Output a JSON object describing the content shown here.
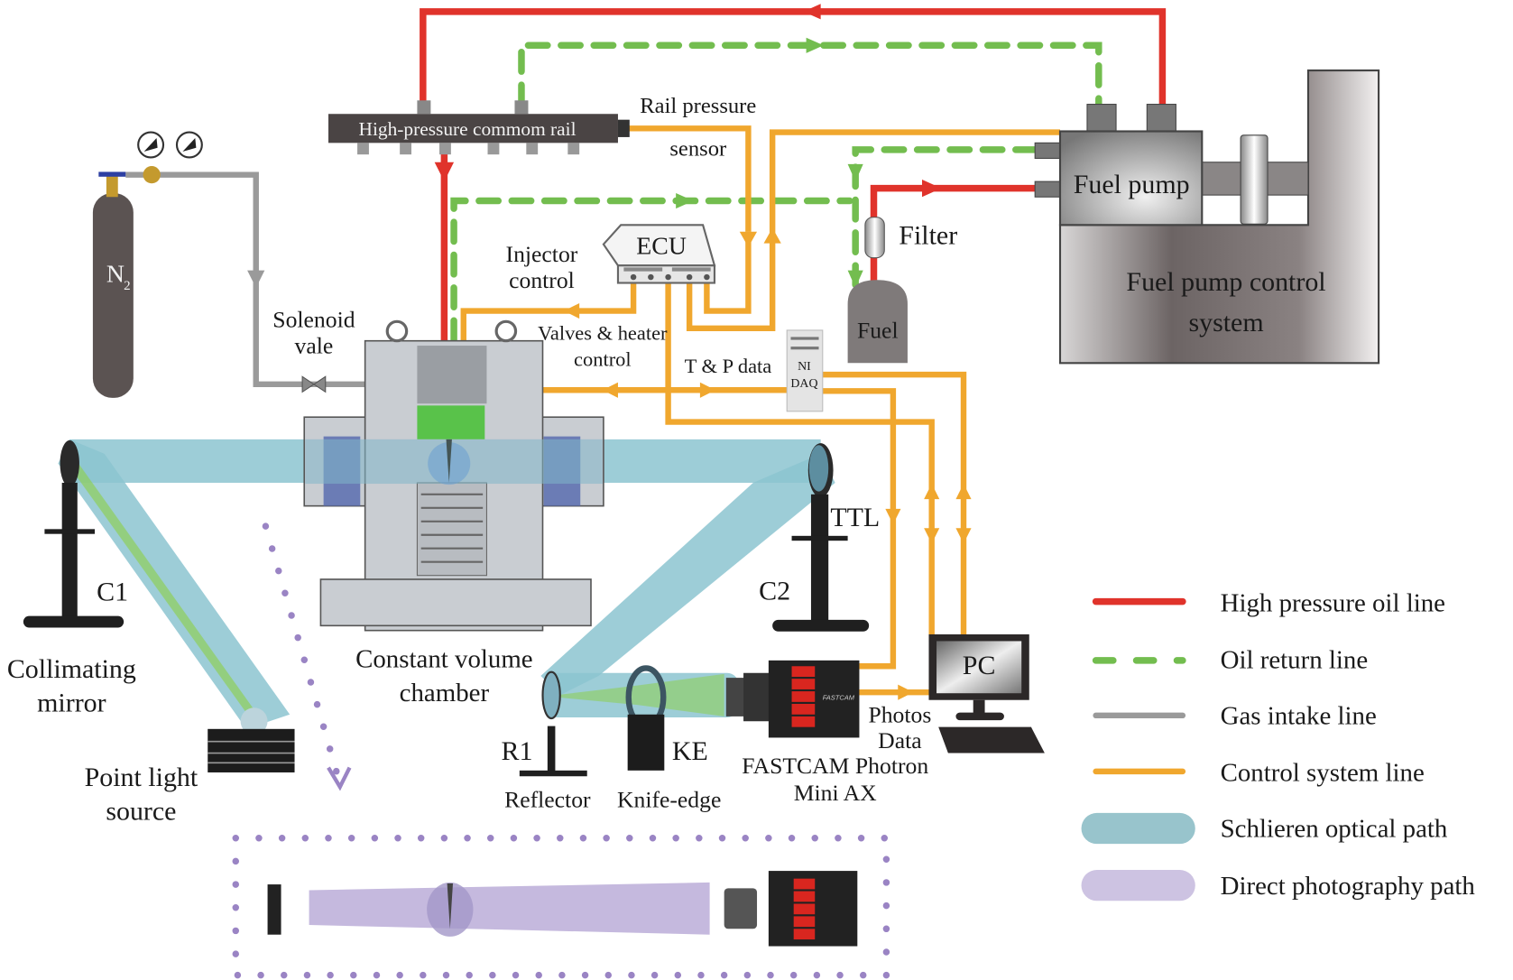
{
  "diagram": {
    "title": "Schlieren and direct photography experimental setup with constant volume chamber and fuel injection system",
    "components": {
      "common_rail": "High-pressure commom rail",
      "rail_sensor_line1": "Rail pressure",
      "rail_sensor_line2": "sensor",
      "n2_main": "N",
      "n2_sub": "2",
      "solenoid_line1": "Solenoid",
      "solenoid_line2": "vale",
      "ecu": "ECU",
      "injector_line1": "Injector",
      "injector_line2": "control",
      "valves_line1": "Valves & heater",
      "valves_line2": "control",
      "tp_data": "T & P data",
      "ni_line1": "NI",
      "ni_line2": "DAQ",
      "fuel_pump": "Fuel pump",
      "filter": "Filter",
      "fuel": "Fuel",
      "pump_control_line1": "Fuel pump control",
      "pump_control_line2": "system",
      "ttl": "TTL",
      "c1": "C1",
      "c2": "C2",
      "collimating_line1": "Collimating",
      "collimating_line2": "mirror",
      "chamber_line1": "Constant volume",
      "chamber_line2": "chamber",
      "point_light_line1": "Point light",
      "point_light_line2": "source",
      "r1": "R1",
      "reflector": "Reflector",
      "ke": "KE",
      "knife_edge": "Knife-edge",
      "photos_line1": "Photos",
      "photos_line2": "Data",
      "camera_line1": "FASTCAM Photron",
      "camera_line2": "Mini AX",
      "camera_brand": "FASTCAM",
      "pc": "PC"
    },
    "legend": [
      {
        "label": "High pressure oil line",
        "color": "#e0332b",
        "style": "solid"
      },
      {
        "label": "Oil return line",
        "color": "#73bd4f",
        "style": "dashed"
      },
      {
        "label": "Gas intake line",
        "color": "#9a9a9a",
        "style": "solid"
      },
      {
        "label": "Control system line",
        "color": "#f0a72e",
        "style": "solid"
      },
      {
        "label": "Schlieren optical path",
        "color": "#98c4cc",
        "style": "band"
      },
      {
        "label": "Direct photography path",
        "color": "#cdc3e2",
        "style": "band"
      }
    ]
  }
}
